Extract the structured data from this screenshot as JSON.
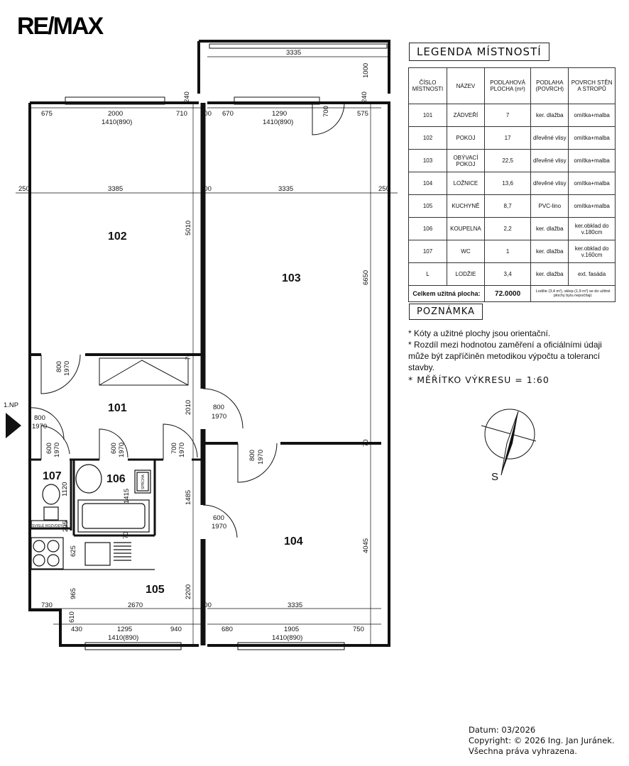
{
  "logo": "RE/MAX",
  "legend": {
    "title": "LEGENDA MÍSTNOSTÍ",
    "headers": [
      "ČÍSLO MÍSTNOSTI",
      "NÁZEV",
      "PODLAHOVÁ PLOCHA (m²)",
      "PODLAHA (POVRCH)",
      "POVRCH STĚN A STROPŮ"
    ],
    "rows": [
      [
        "101",
        "ZÁDVEŘÍ",
        "7",
        "ker. dlažba",
        "omítka+malba"
      ],
      [
        "102",
        "POKOJ",
        "17",
        "dřevěné vlisy",
        "omítka+malba"
      ],
      [
        "103",
        "OBÝVACÍ POKOJ",
        "22,5",
        "dřevěné vlisy",
        "omítka+malba"
      ],
      [
        "104",
        "LOŽNICE",
        "13,6",
        "dřevěné vlisy",
        "omítka+malba"
      ],
      [
        "105",
        "KUCHYNĚ",
        "8,7",
        "PVC-lino",
        "omítka+malba"
      ],
      [
        "106",
        "KOUPELNA",
        "2,2",
        "ker. dlažba",
        "ker.obklad do v.180cm"
      ],
      [
        "107",
        "WC",
        "1",
        "ker. dlažba",
        "ker.obklad do v.160cm"
      ],
      [
        "L",
        "LODŽIE",
        "3,4",
        "ker. dlažba",
        "ext. fasáda"
      ]
    ],
    "total_label": "Celkem užitná plocha:",
    "total_value": "72.0000",
    "total_note": "Lodžie (3,4 m²), sklep (1,9 m²) se do užitné plochy bytu nepočítají."
  },
  "notes": {
    "title": "POZNÁMKA",
    "items": [
      "Kóty a užitné plochy jsou orientační.",
      "Rozdíl mezi hodnotou zaměření a oficiálními údaji může být zapříčiněn metodikou výpočtu a tolerancí stavby."
    ],
    "scale": "* MĚŘÍTKO VÝKRESU = 1:60"
  },
  "compass": {
    "label": "S"
  },
  "footer": {
    "date": "Datum: 03/2026",
    "copyright": "Copyright: © 2026 Ing. Jan Juránek.",
    "rights": "Všechna práva vyhrazena."
  },
  "plan": {
    "rooms": {
      "r101": "101",
      "r102": "102",
      "r103": "103",
      "r104": "104",
      "r105": "105",
      "r106": "106",
      "r107": "107"
    },
    "entrance": "1.NP",
    "shower_label": "SPRCHA",
    "riser_label": "SVISLÉ ROZVODY",
    "dims": [
      "3335",
      "1000",
      "240",
      "240",
      "675",
      "2000",
      "1410(890)",
      "710",
      "200",
      "670",
      "1290",
      "1410(890)",
      "700",
      "575",
      "250",
      "3385",
      "200",
      "3335",
      "250",
      "5010",
      "6650",
      "800",
      "1970",
      "70",
      "800",
      "1970",
      "2010",
      "800",
      "1970",
      "600",
      "1970",
      "600",
      "1970",
      "700",
      "1970",
      "800",
      "1970",
      "70",
      "1120",
      "1415",
      "1485",
      "600",
      "1970",
      "295",
      "625",
      "4045",
      "965",
      "2200",
      "730",
      "2670",
      "200",
      "3335",
      "610",
      "430",
      "1295",
      "940",
      "680",
      "1905",
      "750",
      "1410(890)",
      "1410(890)",
      "70"
    ]
  }
}
